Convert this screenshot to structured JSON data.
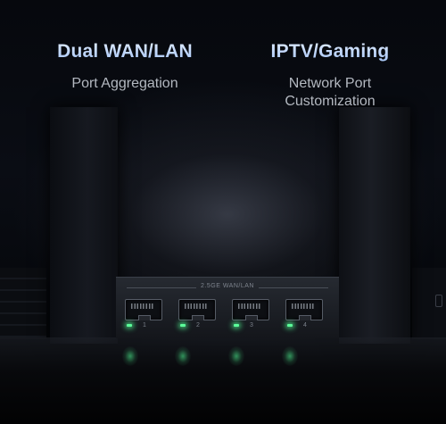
{
  "features": [
    {
      "title": "Dual WAN/LAN",
      "subtitle_lines": [
        "Port Aggregation"
      ]
    },
    {
      "title": "IPTV/Gaming",
      "subtitle_lines": [
        "Network Port",
        "Customization"
      ]
    }
  ],
  "panel": {
    "label": "2.5GE WAN/LAN",
    "ports": [
      "1",
      "2",
      "3",
      "4"
    ]
  },
  "colors": {
    "title_blue": "#b9d3ff",
    "subtitle_gray": "#b3b8c0",
    "led_green": "#5cff9a"
  },
  "icons": {
    "ethernet_port": "ethernet-port-icon",
    "status_led": "status-led-icon"
  }
}
